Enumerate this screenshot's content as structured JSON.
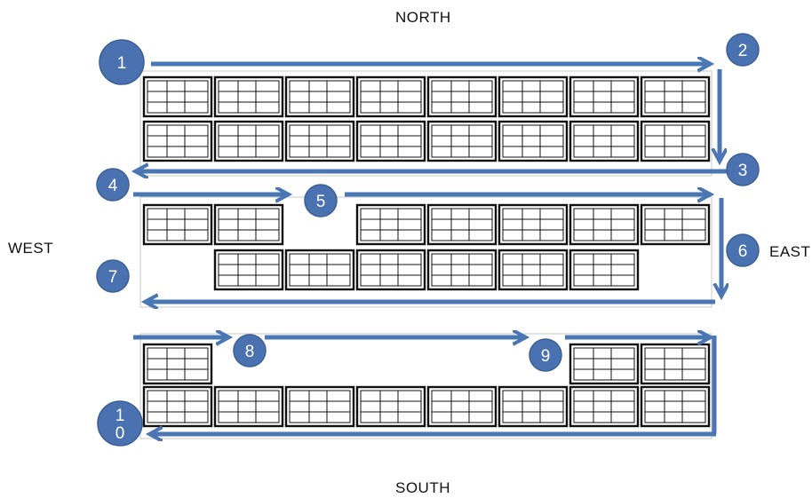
{
  "directions": {
    "north": "NORTH",
    "south": "SOUTH",
    "west": "WEST",
    "east": "EAST"
  },
  "colors": {
    "arrow": "#4a77b4",
    "marker": "#4a72b0",
    "marker_stroke": "#3c5f95",
    "panel": "#111111",
    "area_border": "#c8c8c8"
  },
  "markers": [
    {
      "id": "1",
      "lines": [
        "1"
      ]
    },
    {
      "id": "2",
      "lines": [
        "2"
      ]
    },
    {
      "id": "3",
      "lines": [
        "3"
      ]
    },
    {
      "id": "4",
      "lines": [
        "4"
      ]
    },
    {
      "id": "5",
      "lines": [
        "5"
      ]
    },
    {
      "id": "6",
      "lines": [
        "6"
      ]
    },
    {
      "id": "7",
      "lines": [
        "7"
      ]
    },
    {
      "id": "8",
      "lines": [
        "8"
      ]
    },
    {
      "id": "9",
      "lines": [
        "9"
      ]
    },
    {
      "id": "10",
      "lines": [
        "1",
        "0"
      ]
    }
  ],
  "panel_rows": [
    {
      "row": "north-1",
      "panels": 8
    },
    {
      "row": "north-2",
      "panels": 8
    },
    {
      "row": "middle-1",
      "panels": 7
    },
    {
      "row": "middle-2",
      "panels": 6
    },
    {
      "row": "south-1",
      "panels": 3
    },
    {
      "row": "south-2",
      "panels": 8
    }
  ]
}
